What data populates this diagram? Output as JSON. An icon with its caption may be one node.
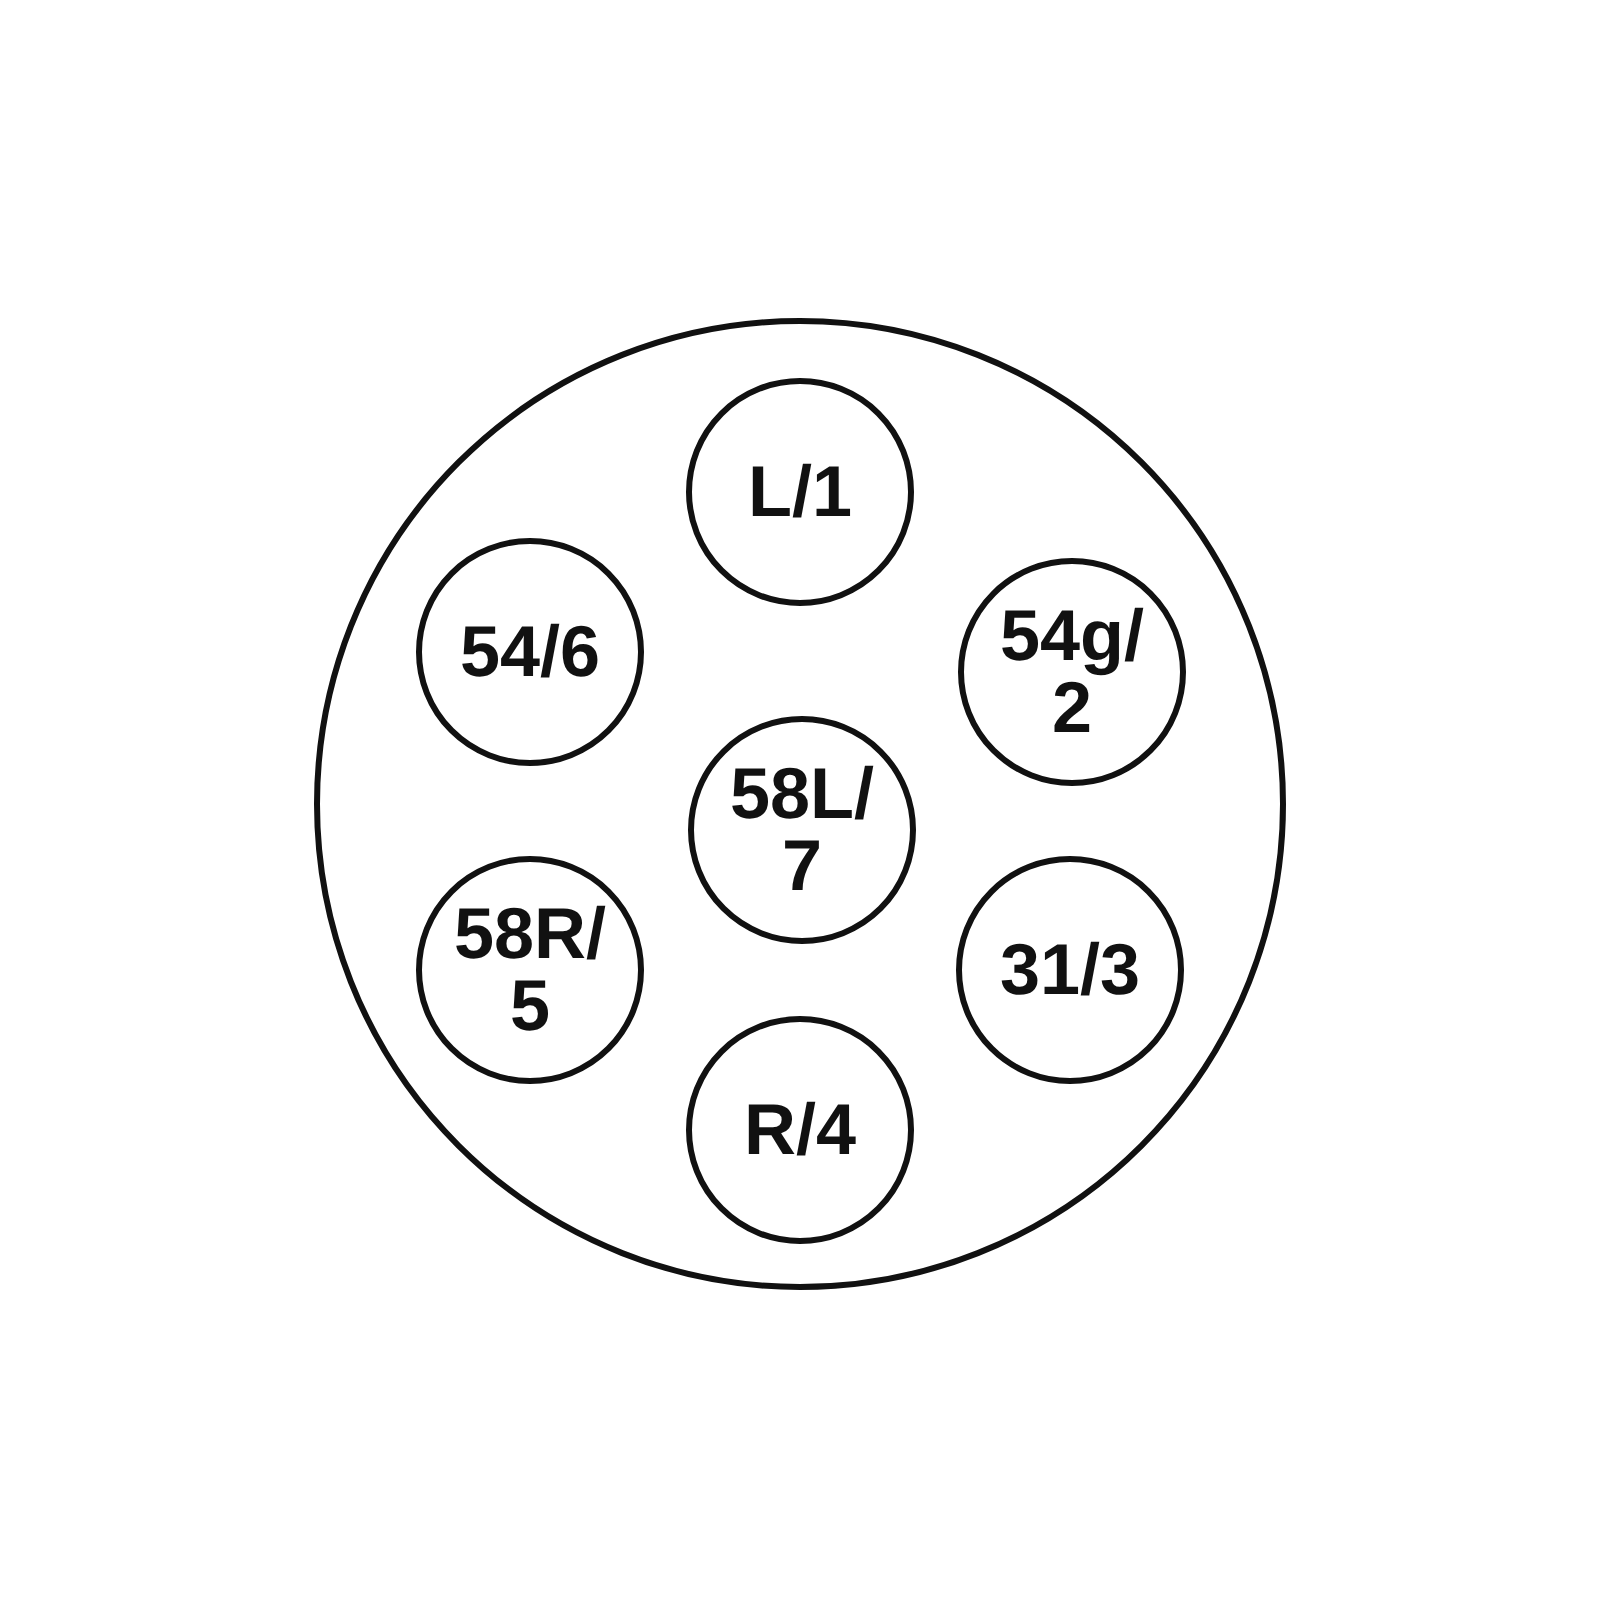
{
  "diagram": {
    "nodes": [
      {
        "text": [],
        "shape": "circle"
      },
      {
        "text": [
          "L/1"
        ],
        "in": 0
      },
      {
        "text": [
          "54/6"
        ],
        "in": 0
      },
      {
        "text": [
          "54g/ 2"
        ],
        "in": 0
      },
      {
        "text": [
          "58L/ 7"
        ],
        "in": 0
      },
      {
        "text": [
          "58R/ 5"
        ],
        "in": 0
      },
      {
        "text": [
          "31/3"
        ],
        "in": 0
      },
      {
        "text": [
          "R/4"
        ],
        "in": 0
      }
    ]
  }
}
